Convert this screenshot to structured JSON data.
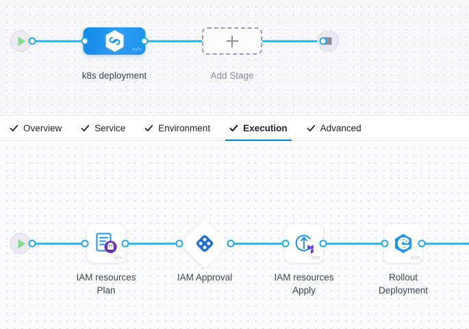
{
  "pipeline": {
    "start_node": {
      "name": "start-node",
      "icon": "play-icon"
    },
    "end_node": {
      "name": "end-node",
      "icon": "stop-icon"
    },
    "stages": [
      {
        "label": "k8s deployment",
        "icon": "harness-service-icon",
        "code_badge": "</>"
      }
    ],
    "add_stage": {
      "label": "Add Stage",
      "icon": "plus-icon"
    }
  },
  "tabs": [
    {
      "label": "Overview",
      "checked": true,
      "active": false
    },
    {
      "label": "Service",
      "checked": true,
      "active": false
    },
    {
      "label": "Environment",
      "checked": true,
      "active": false
    },
    {
      "label": "Execution",
      "checked": true,
      "active": true
    },
    {
      "label": "Advanced",
      "checked": true,
      "active": false
    }
  ],
  "execution": {
    "start_node": {
      "name": "execution-start-node",
      "icon": "play-icon"
    },
    "steps": [
      {
        "label": "IAM resources\nPlan",
        "icon": "terraform-plan-icon",
        "shape": "card",
        "code_badge": "</>"
      },
      {
        "label": "IAM Approval",
        "icon": "approval-icon",
        "shape": "diamond",
        "code_badge": ""
      },
      {
        "label": "IAM resources\nApply",
        "icon": "terraform-apply-icon",
        "shape": "card",
        "code_badge": "</>"
      },
      {
        "label": "Rollout\nDeployment",
        "icon": "rollout-deployment-icon",
        "shape": "card",
        "code_badge": "</>"
      }
    ]
  },
  "colors": {
    "accent_blue": "#0278d5",
    "wire_blue": "#29b3f3",
    "stage_blue": "#1b93ec",
    "terraform_purple": "#7b42bc",
    "play_green": "#86de92",
    "canvas_bg": "#f6f8fa"
  }
}
